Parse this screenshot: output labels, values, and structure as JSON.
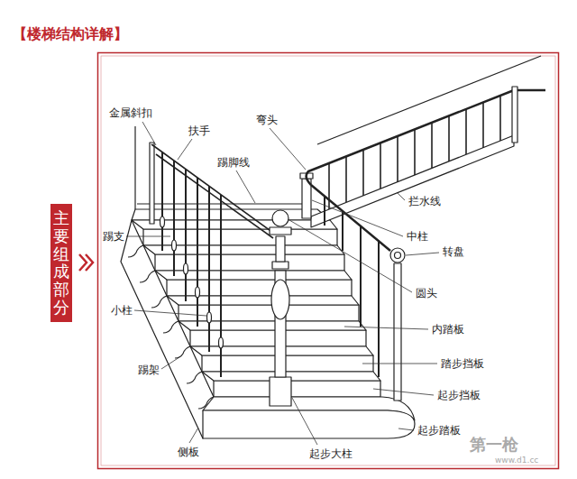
{
  "diagram": {
    "title": "【楼梯结构详解】",
    "nodes": [
      {
        "text": [
          "主要组成部分"
        ]
      }
    ],
    "labels": [
      "金属斜扣",
      "扶手",
      "弯头",
      "踢脚线",
      "拦水线",
      "中柱",
      "转盘",
      "踢支",
      "圆头",
      "小柱",
      "内踏板",
      "踏步挡板",
      "踢架",
      "起步挡板",
      "侧板",
      "起步踏板",
      "起步大柱",
      "第一枪",
      "www.d1.cc"
    ]
  }
}
